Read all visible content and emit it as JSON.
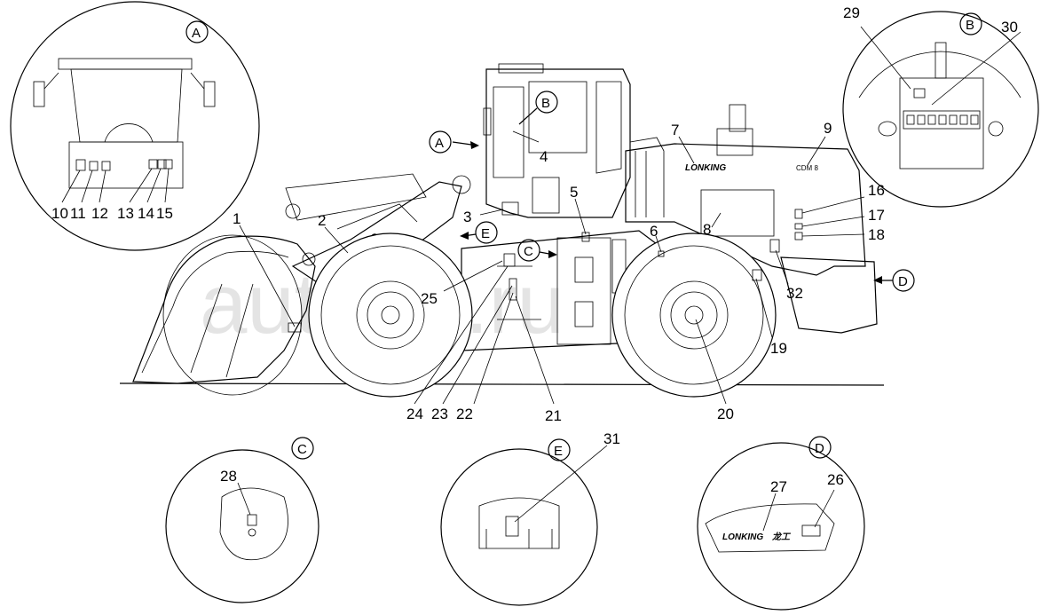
{
  "watermark": "autotrn.ru",
  "brand": {
    "boom_logo": "LONKING",
    "hood_logo": "LONKING",
    "detail_logo": "LONKING",
    "detail_logo_cn": "龙工",
    "model_badge": "CDM 8"
  },
  "callouts": {
    "c1": "1",
    "c2": "2",
    "c3": "3",
    "c4": "4",
    "c5": "5",
    "c6": "6",
    "c7": "7",
    "c8": "8",
    "c9": "9",
    "c10": "10",
    "c11": "11",
    "c12": "12",
    "c13": "13",
    "c14": "14",
    "c15": "15",
    "c16": "16",
    "c17": "17",
    "c18": "18",
    "c19": "19",
    "c20": "20",
    "c21": "21",
    "c22": "22",
    "c23": "23",
    "c24": "24",
    "c25": "25",
    "c26": "26",
    "c27": "27",
    "c28": "28",
    "c29": "29",
    "c30": "30",
    "c31": "31",
    "c32": "32"
  },
  "view_markers": {
    "a": "A",
    "b": "B",
    "c": "C",
    "d": "D",
    "e": "E"
  }
}
